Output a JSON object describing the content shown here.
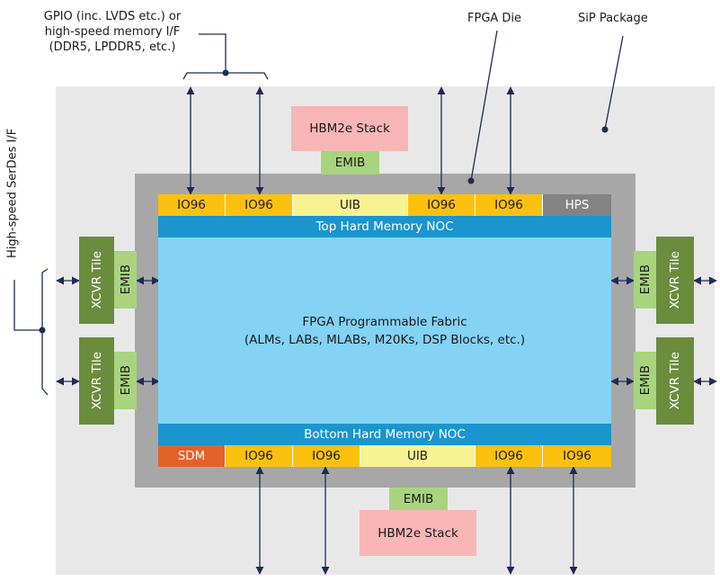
{
  "labels": {
    "gpio_line1": "GPIO (inc. LVDS etc.) or",
    "gpio_line2": "high-speed memory I/F",
    "gpio_line3": "(DDR5, LPDDR5, etc.)",
    "fpga_die": "FPGA Die",
    "sip_package": "SiP Package",
    "serdes": "High-speed SerDes I/F"
  },
  "hbm": {
    "top": "HBM2e Stack",
    "bottom": "HBM2e Stack"
  },
  "emib": "EMIB",
  "top_row": [
    "IO96",
    "IO96",
    "UIB",
    "IO96",
    "IO96",
    "HPS"
  ],
  "bottom_row": [
    "SDM",
    "IO96",
    "IO96",
    "UIB",
    "IO96",
    "IO96"
  ],
  "noc": {
    "top": "Top Hard Memory NOC",
    "bottom": "Bottom Hard Memory NOC"
  },
  "fabric": {
    "line1": "FPGA Programmable Fabric",
    "line2": "(ALMs, LABs, MLABs, M20Ks, DSP Blocks, etc.)"
  },
  "xcvr": "XCVR Tile",
  "colors": {
    "package": "#e8e8e8",
    "die": "#a7a7a7",
    "fabric": "#84d2f4",
    "noc": "#1b95cd",
    "io96": "#fcc10e",
    "uib": "#f7f292",
    "hps": "#838383",
    "sdm": "#e4612a",
    "emib": "#a8d47f",
    "hbm": "#f7b6b5",
    "xcvr": "#6a8c3d",
    "arrow": "#1f2a55"
  }
}
